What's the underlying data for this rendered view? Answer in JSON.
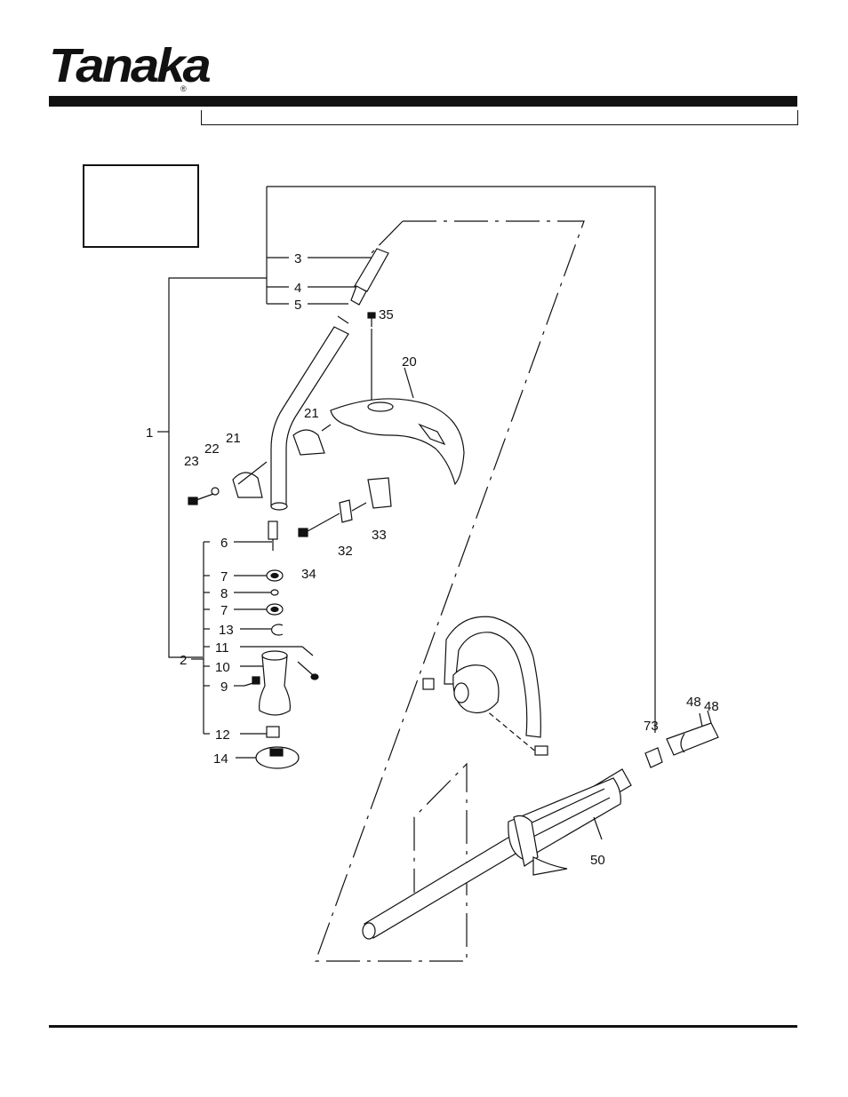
{
  "brand": {
    "logo_text": "Tanaka",
    "registered_mark": "®"
  },
  "diagram": {
    "callouts": {
      "c1": "1",
      "c2": "2",
      "c3": "3",
      "c4": "4",
      "c5": "5",
      "c6": "6",
      "c7a": "7",
      "c7b": "7",
      "c8": "8",
      "c9": "9",
      "c10": "10",
      "c11": "11",
      "c12": "12",
      "c13": "13",
      "c14": "14",
      "c20": "20",
      "c21a": "21",
      "c21b": "21",
      "c22": "22",
      "c23": "23",
      "c32": "32",
      "c33": "33",
      "c34": "34",
      "c35": "35",
      "c48a": "48",
      "c48b": "48",
      "c50": "50",
      "c73": "73"
    }
  }
}
